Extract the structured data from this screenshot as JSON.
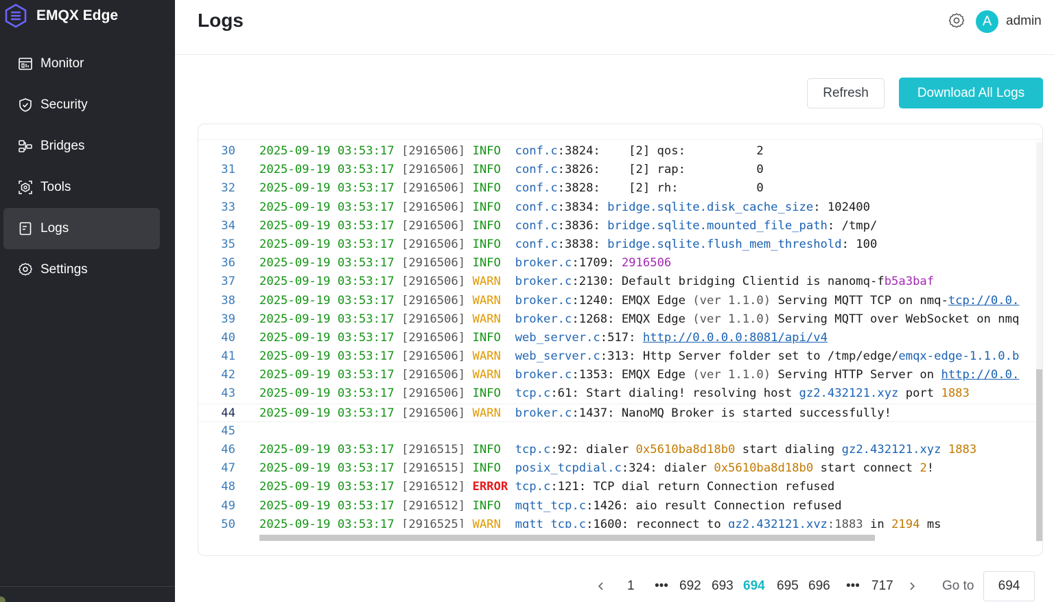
{
  "app": {
    "name": "EMQX Edge",
    "logo_icon": "emqx-logo-icon",
    "accent_color": "#1ec0cd"
  },
  "sidebar": {
    "items": [
      {
        "label": "Monitor",
        "icon": "monitor-icon",
        "active": false
      },
      {
        "label": "Security",
        "icon": "shield-icon",
        "active": false
      },
      {
        "label": "Bridges",
        "icon": "bridges-icon",
        "active": false
      },
      {
        "label": "Tools",
        "icon": "tools-icon",
        "active": false
      },
      {
        "label": "Logs",
        "icon": "logs-icon",
        "active": true
      },
      {
        "label": "Settings",
        "icon": "gear-icon",
        "active": false
      }
    ]
  },
  "header": {
    "title": "Logs",
    "settings_icon": "gear-icon",
    "avatar_letter": "A",
    "username": "admin"
  },
  "toolbar": {
    "refresh_label": "Refresh",
    "download_label": "Download All Logs"
  },
  "log": {
    "current_line": "44",
    "lines": [
      {
        "n": "30",
        "date": "2025-09-19 03:53:17",
        "pid": "[2916506]",
        "level": "INFO",
        "file": "conf.c",
        "lineno": ":3824:",
        "rest": [
          [
            "plain",
            "    [2] qos:          2"
          ]
        ]
      },
      {
        "n": "31",
        "date": "2025-09-19 03:53:17",
        "pid": "[2916506]",
        "level": "INFO",
        "file": "conf.c",
        "lineno": ":3826:",
        "rest": [
          [
            "plain",
            "    [2] rap:          0"
          ]
        ]
      },
      {
        "n": "32",
        "date": "2025-09-19 03:53:17",
        "pid": "[2916506]",
        "level": "INFO",
        "file": "conf.c",
        "lineno": ":3828:",
        "rest": [
          [
            "plain",
            "    [2] rh:           0"
          ]
        ]
      },
      {
        "n": "33",
        "date": "2025-09-19 03:53:17",
        "pid": "[2916506]",
        "level": "INFO",
        "file": "conf.c",
        "lineno": ":3834:",
        "rest": [
          [
            "plain",
            " "
          ],
          [
            "key",
            "bridge.sqlite.disk_cache_size"
          ],
          [
            "plain",
            ": 102400"
          ]
        ]
      },
      {
        "n": "34",
        "date": "2025-09-19 03:53:17",
        "pid": "[2916506]",
        "level": "INFO",
        "file": "conf.c",
        "lineno": ":3836:",
        "rest": [
          [
            "plain",
            " "
          ],
          [
            "key",
            "bridge.sqlite.mounted_file_path"
          ],
          [
            "plain",
            ": /tmp/"
          ]
        ]
      },
      {
        "n": "35",
        "date": "2025-09-19 03:53:17",
        "pid": "[2916506]",
        "level": "INFO",
        "file": "conf.c",
        "lineno": ":3838:",
        "rest": [
          [
            "plain",
            " "
          ],
          [
            "key",
            "bridge.sqlite.flush_mem_threshold"
          ],
          [
            "plain",
            ": 100"
          ]
        ]
      },
      {
        "n": "36",
        "date": "2025-09-19 03:53:17",
        "pid": "[2916506]",
        "level": "INFO",
        "file": "broker.c",
        "lineno": ":1709:",
        "rest": [
          [
            "plain",
            " "
          ],
          [
            "pur",
            "2916506"
          ]
        ]
      },
      {
        "n": "37",
        "date": "2025-09-19 03:53:17",
        "pid": "[2916506]",
        "level": "WARN",
        "file": "broker.c",
        "lineno": ":2130:",
        "rest": [
          [
            "plain",
            " Default bridging Clientid is nanomq-f"
          ],
          [
            "pur",
            "b5a3baf"
          ]
        ]
      },
      {
        "n": "38",
        "date": "2025-09-19 03:53:17",
        "pid": "[2916506]",
        "level": "WARN",
        "file": "broker.c",
        "lineno": ":1240:",
        "rest": [
          [
            "plain",
            " EMQX Edge "
          ],
          [
            "pid",
            "(ver 1.1.0)"
          ],
          [
            "plain",
            " Serving MQTT TCP on nmq-"
          ],
          [
            "link",
            "tcp://0.0."
          ]
        ]
      },
      {
        "n": "39",
        "date": "2025-09-19 03:53:17",
        "pid": "[2916506]",
        "level": "WARN",
        "file": "broker.c",
        "lineno": ":1268:",
        "rest": [
          [
            "plain",
            " EMQX Edge "
          ],
          [
            "pid",
            "(ver 1.1.0)"
          ],
          [
            "plain",
            " Serving MQTT over WebSocket on nmq"
          ]
        ]
      },
      {
        "n": "40",
        "date": "2025-09-19 03:53:17",
        "pid": "[2916506]",
        "level": "INFO",
        "file": "web_server.c",
        "lineno": ":517:",
        "rest": [
          [
            "plain",
            " "
          ],
          [
            "link",
            "http://0.0.0.0:8081/api/v4"
          ]
        ]
      },
      {
        "n": "41",
        "date": "2025-09-19 03:53:17",
        "pid": "[2916506]",
        "level": "WARN",
        "file": "web_server.c",
        "lineno": ":313:",
        "rest": [
          [
            "plain",
            " Http Server folder set to /tmp/edge/"
          ],
          [
            "key",
            "emqx-edge-1.1.0.b"
          ]
        ]
      },
      {
        "n": "42",
        "date": "2025-09-19 03:53:17",
        "pid": "[2916506]",
        "level": "WARN",
        "file": "broker.c",
        "lineno": ":1353:",
        "rest": [
          [
            "plain",
            " EMQX Edge "
          ],
          [
            "pid",
            "(ver 1.1.0)"
          ],
          [
            "plain",
            " Serving HTTP Server on "
          ],
          [
            "link",
            "http://0.0."
          ]
        ]
      },
      {
        "n": "43",
        "date": "2025-09-19 03:53:17",
        "pid": "[2916506]",
        "level": "INFO",
        "file": "tcp.c",
        "lineno": ":61:",
        "rest": [
          [
            "plain",
            " Start dialing! resolving host "
          ],
          [
            "key",
            "gz2.432121.xyz"
          ],
          [
            "plain",
            " port "
          ],
          [
            "num",
            "1883"
          ]
        ]
      },
      {
        "n": "44",
        "date": "2025-09-19 03:53:17",
        "pid": "[2916506]",
        "level": "WARN",
        "file": "broker.c",
        "lineno": ":1437:",
        "rest": [
          [
            "plain",
            " NanoMQ Broker is started successfully!"
          ]
        ]
      },
      {
        "n": "45",
        "date": "",
        "pid": "",
        "level": "",
        "file": "",
        "lineno": "",
        "rest": []
      },
      {
        "n": "46",
        "date": "2025-09-19 03:53:17",
        "pid": "[2916515]",
        "level": "INFO",
        "file": "tcp.c",
        "lineno": ":92:",
        "rest": [
          [
            "plain",
            " dialer "
          ],
          [
            "num",
            "0x5610ba8d18b0"
          ],
          [
            "plain",
            " start dialing "
          ],
          [
            "key",
            "gz2.432121.xyz"
          ],
          [
            "plain",
            " "
          ],
          [
            "num",
            "1883"
          ]
        ]
      },
      {
        "n": "47",
        "date": "2025-09-19 03:53:17",
        "pid": "[2916515]",
        "level": "INFO",
        "file": "posix_tcpdial.c",
        "lineno": ":324:",
        "rest": [
          [
            "plain",
            " dialer "
          ],
          [
            "num",
            "0x5610ba8d18b0"
          ],
          [
            "plain",
            " start connect "
          ],
          [
            "num",
            "2"
          ],
          [
            "plain",
            "!"
          ]
        ]
      },
      {
        "n": "48",
        "date": "2025-09-19 03:53:17",
        "pid": "[2916512]",
        "level": "ERROR",
        "file": "tcp.c",
        "lineno": ":121:",
        "rest": [
          [
            "plain",
            " TCP dial return Connection refused"
          ]
        ]
      },
      {
        "n": "49",
        "date": "2025-09-19 03:53:17",
        "pid": "[2916512]",
        "level": "INFO",
        "file": "mqtt_tcp.c",
        "lineno": ":1426:",
        "rest": [
          [
            "plain",
            " aio result Connection refused"
          ]
        ]
      },
      {
        "n": "50",
        "date": "2025-09-19 03:53:17",
        "pid": "[2916525]",
        "level": "WARN",
        "file": "mqtt_tcp.c",
        "lineno": ":1600:",
        "rest": [
          [
            "plain",
            " reconnect to "
          ],
          [
            "key",
            "gz2.432121.xyz"
          ],
          [
            "pid",
            ":1883"
          ],
          [
            "plain",
            " in "
          ],
          [
            "num",
            "2194"
          ],
          [
            "plain",
            " ms"
          ]
        ]
      }
    ]
  },
  "pagination": {
    "prev_icon": "chevron-left-icon",
    "next_icon": "chevron-right-icon",
    "pages": [
      "1",
      "•••",
      "692",
      "693",
      "694",
      "695",
      "696",
      "•••",
      "717"
    ],
    "current": "694",
    "goto_label": "Go to",
    "goto_value": "694"
  }
}
